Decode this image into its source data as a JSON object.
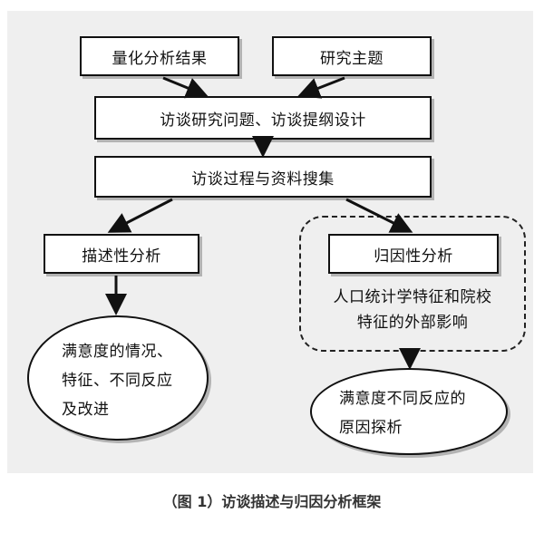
{
  "diagram": {
    "nodes": {
      "quant": "量化分析结果",
      "theme": "研究主题",
      "design": "访谈研究问题、访谈提纲设计",
      "process": "访谈过程与资料搜集",
      "descriptive": "描述性分析",
      "attributive": "归因性分析",
      "factors_line1": "人口统计学特征和院校",
      "factors_line2": "特征的外部影响",
      "outcome_left_line1": "满意度的情况、",
      "outcome_left_line2": "特征、不同反应",
      "outcome_left_line3": "及改进",
      "outcome_right_line1": "满意度不同反应的",
      "outcome_right_line2": "原因探析"
    },
    "edges": [
      {
        "from": "quant",
        "to": "design"
      },
      {
        "from": "theme",
        "to": "design"
      },
      {
        "from": "design",
        "to": "process"
      },
      {
        "from": "process",
        "to": "descriptive"
      },
      {
        "from": "process",
        "to": "attributive"
      },
      {
        "from": "descriptive",
        "to": "outcome_left"
      },
      {
        "from": "attributive_group",
        "to": "outcome_right"
      }
    ]
  },
  "caption": "（图 1）访谈描述与归因分析框架"
}
